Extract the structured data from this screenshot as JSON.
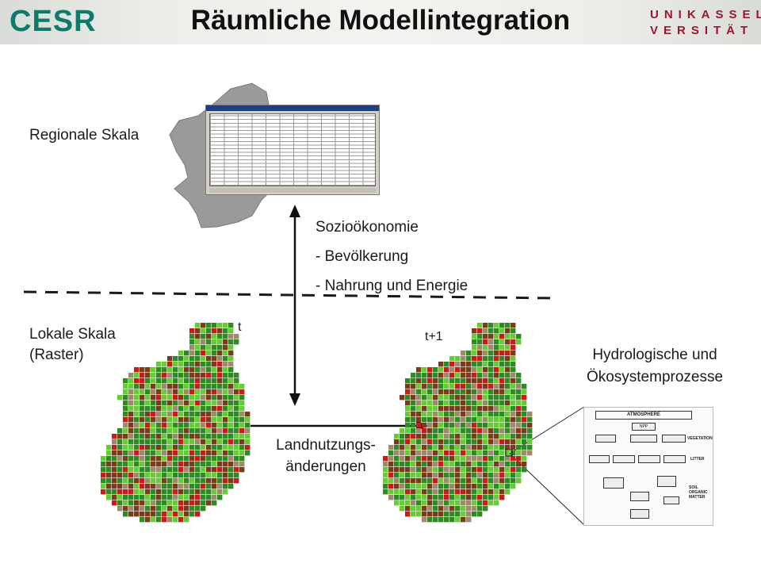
{
  "header": {
    "logo_left": "CESR",
    "title": "Räumliche Modellintegration",
    "logo_right_line1": "UNIKASSEL",
    "logo_right_line2": "VERSITÄT"
  },
  "labels": {
    "regional": "Regionale Skala",
    "local_line1": "Lokale Skala",
    "local_line2": "(Raster)",
    "socio_title": "Sozioökonomie",
    "socio_item1": "- Bevölkerung",
    "socio_item2": "- Nahrung und Energie",
    "landuse_line1": "Landnutzungs-",
    "landuse_line2": "änderungen",
    "hydro_line1": "Hydrologische und",
    "hydro_line2": "Ökosystemprozesse",
    "time_t": "t",
    "time_t1": "t+1"
  },
  "model_diagram": {
    "header": "ATMOSPHERE",
    "top_box": "NPP",
    "side_labels": [
      "VEGETATION",
      "LITTER",
      "SOIL ORGANIC MATTER"
    ]
  },
  "colors": {
    "logo_teal": "#0e7a6b",
    "logo_accent": "#c8c832",
    "uni_red": "#a0142d",
    "region_gray": "#999999",
    "cell_green": "#2e8b22",
    "cell_light_green": "#66cc33",
    "cell_brown": "#7a3b18",
    "cell_red": "#cc1a1a",
    "cell_tan": "#9c8a6a"
  }
}
